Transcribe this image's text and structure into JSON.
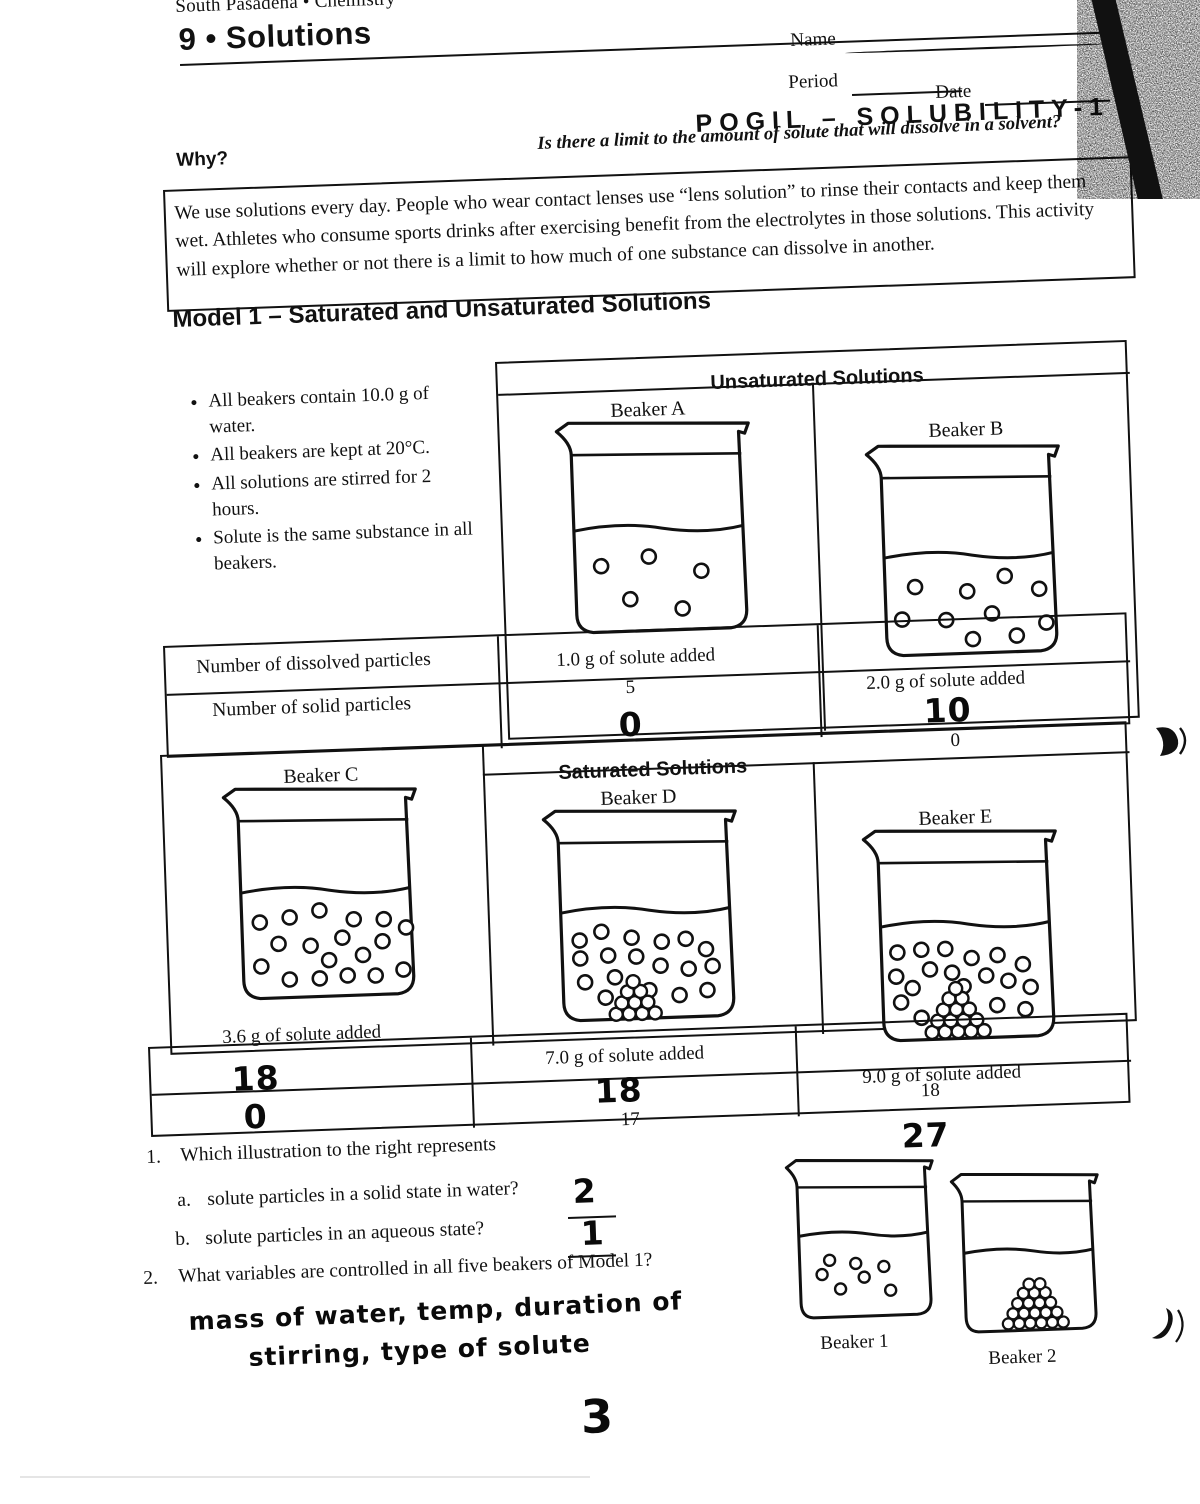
{
  "header": {
    "school": "South Pasadena • Chemistry",
    "unit_title": "9 • Solutions",
    "name_label": "Name",
    "period_label": "Period",
    "date_label": "Date",
    "activity_title": "POGIL – SOLUBILITY-1",
    "activity_question": "Is there a limit to the amount of solute that will dissolve in a solvent?"
  },
  "why": {
    "heading": "Why?",
    "body": "We use solutions every day. People who wear contact lenses use “lens solution” to rinse their contacts and keep them wet. Athletes who consume sports drinks after exercising benefit from the electrolytes in those solutions. This activity will explore whether or not there is a limit to how much of one substance can dissolve in another."
  },
  "model1": {
    "heading": "Model 1 – Saturated and Unsaturated Solutions",
    "conditions": [
      "All beakers contain 10.0 g of water.",
      "All beakers are kept at 20°C.",
      "All solutions are stirred for 2 hours.",
      "Solute is the same substance in all beakers."
    ],
    "row_labels": [
      "Number of dissolved particles",
      "Number of solid particles"
    ],
    "unsaturated": {
      "section_title": "Unsaturated Solutions",
      "beakers": [
        {
          "label": "Beaker A",
          "caption": "1.0 g of solute added",
          "dissolved": "5",
          "dissolved_handwritten": false,
          "solid": "0",
          "solid_handwritten": true,
          "dissolved_particles": 5,
          "solid_particles": 0
        },
        {
          "label": "Beaker B",
          "caption": "2.0 g of solute added",
          "dissolved": "10",
          "dissolved_handwritten": true,
          "solid": "0",
          "solid_handwritten": false,
          "dissolved_particles": 10,
          "solid_particles": 0
        }
      ]
    },
    "saturated": {
      "section_title": "Saturated Solutions",
      "beakers": [
        {
          "label": "Beaker C",
          "caption": "3.6 g of solute added",
          "dissolved": "18",
          "dissolved_handwritten": true,
          "solid": "0",
          "solid_handwritten": true,
          "dissolved_particles": 18,
          "solid_particles": 0
        },
        {
          "label": "Beaker D",
          "caption": "7.0 g of solute added",
          "dissolved": "18",
          "dissolved_handwritten": true,
          "solid": "17",
          "solid_handwritten": false,
          "dissolved_particles": 18,
          "solid_particles": 17
        },
        {
          "label": "Beaker E",
          "caption": "9.0 g of solute added",
          "dissolved": "18",
          "dissolved_handwritten": false,
          "solid": "27",
          "solid_handwritten": true,
          "dissolved_particles": 18,
          "solid_particles": 27
        }
      ]
    }
  },
  "questions": [
    {
      "number": "1.",
      "text": "Which illustration to the right represents",
      "parts": [
        {
          "letter": "a.",
          "text": "solute particles in a solid state in water?",
          "answer": "2"
        },
        {
          "letter": "b.",
          "text": "solute particles in an aqueous state?",
          "answer": "1"
        }
      ]
    },
    {
      "number": "2.",
      "text": "What variables are controlled in all five beakers of Model 1?",
      "answer_line1": "mass of water, temp, duration of",
      "answer_line2": "stirring, type of solute"
    }
  ],
  "illustrations": [
    {
      "label": "Beaker 1",
      "dissolved_particles": 7,
      "solid_particles": 0
    },
    {
      "label": "Beaker 2",
      "dissolved_particles": 0,
      "solid_particles": 30
    }
  ],
  "page_number": "3"
}
